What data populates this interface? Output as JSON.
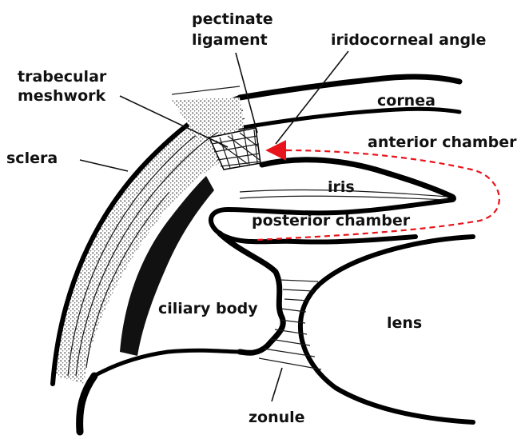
{
  "labels": {
    "pectinate_1": "pectinate",
    "pectinate_2": "ligament",
    "iridocorneal_angle": "iridocorneal angle",
    "trabecular_1": "trabecular",
    "trabecular_2": "meshwork",
    "cornea": "cornea",
    "sclera": "sclera",
    "anterior_chamber": "anterior chamber",
    "iris": "iris",
    "posterior_chamber": "posterior chamber",
    "ciliary_body": "ciliary body",
    "lens": "lens",
    "zonule": "zonule"
  },
  "colors": {
    "ink": "#000000",
    "flow_arrow": "#e8141b",
    "background": "#ffffff"
  }
}
